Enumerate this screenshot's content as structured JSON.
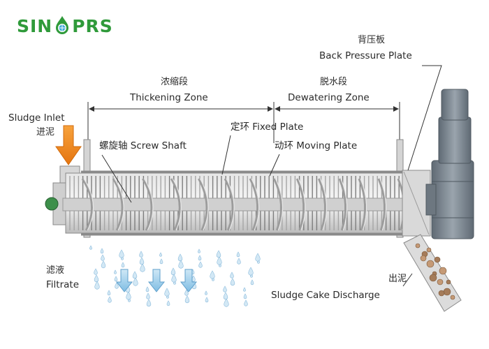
{
  "logo": {
    "left": "SIN",
    "right": "PRS",
    "color": "#2f9a3a",
    "mark": "water-drop-globe-icon"
  },
  "labels": {
    "back_pressure_zh": "背压板",
    "back_pressure_en": "Back Pressure Plate",
    "thickening_zh": "浓缩段",
    "thickening_en": "Thickening Zone",
    "dewatering_zh": "脱水段",
    "dewatering_en": "Dewatering Zone",
    "sludge_inlet_en": "Sludge Inlet",
    "sludge_inlet_zh": "进泥",
    "fixed_plate": "定环 Fixed Plate",
    "screw_shaft": "螺旋轴 Screw Shaft",
    "moving_plate": "动环 Moving Plate",
    "filtrate_zh": "滤液",
    "filtrate_en": "Filtrate",
    "cake_zh": "出泥",
    "cake_en": "Sludge Cake Discharge"
  },
  "colors": {
    "inlet_arrow": "#f08a1c",
    "filtrate_arrow": "#8ec5e6",
    "body": "#c9c9c9",
    "frame": "#8a8a8a",
    "motor": "#7f8a94",
    "cake": "#b08a6a"
  }
}
